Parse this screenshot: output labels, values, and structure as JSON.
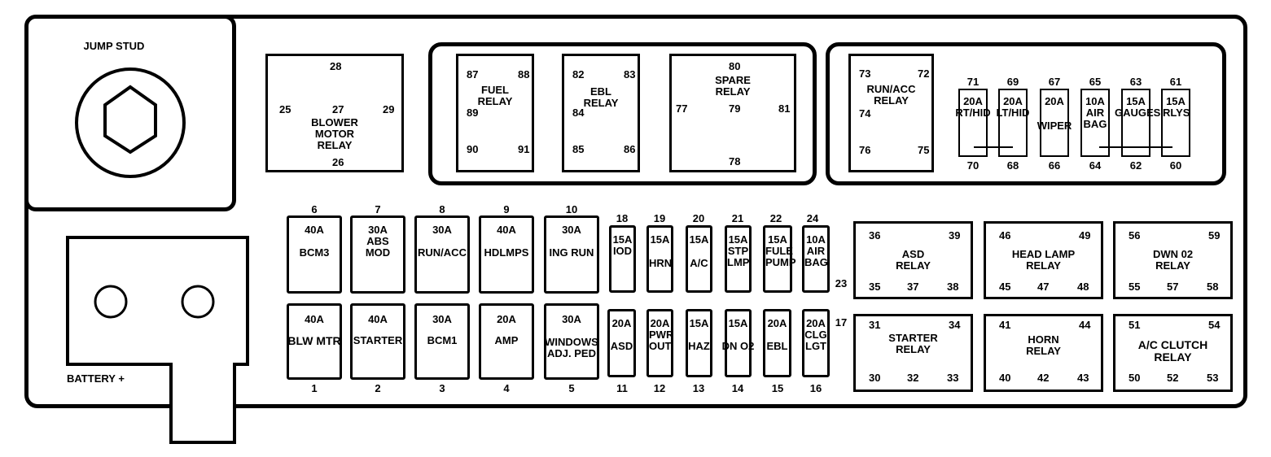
{
  "jump_stud": {
    "label": "JUMP STUD"
  },
  "battery": {
    "label": "BATTERY +"
  },
  "relays": {
    "blower": {
      "pins": [
        "28",
        "25",
        "27",
        "29",
        "26"
      ],
      "label": "BLOWER\nMOTOR\nRELAY"
    },
    "fuel": {
      "pins": [
        "87",
        "88",
        "89",
        "90",
        "91"
      ],
      "label": "FUEL\nRELAY"
    },
    "ebl": {
      "pins": [
        "82",
        "83",
        "84",
        "85",
        "86"
      ],
      "label": "EBL\nRELAY"
    },
    "spare": {
      "pins": [
        "80",
        "77",
        "79",
        "81",
        "78"
      ],
      "label": "SPARE\nRELAY"
    },
    "runacc": {
      "pins": [
        "73",
        "72",
        "74",
        "76",
        "75"
      ],
      "label": "RUN/ACC\nRELAY"
    },
    "asd": {
      "pins": [
        "36",
        "39",
        "35",
        "37",
        "38"
      ],
      "label": "ASD\nRELAY"
    },
    "headlamp": {
      "pins": [
        "46",
        "49",
        "45",
        "47",
        "48"
      ],
      "label": "HEAD LAMP\nRELAY"
    },
    "dwn02": {
      "pins": [
        "56",
        "59",
        "55",
        "57",
        "58"
      ],
      "label": "DWN 02\nRELAY"
    },
    "starter": {
      "pins": [
        "31",
        "34",
        "30",
        "32",
        "33"
      ],
      "label": "STARTER\nRELAY"
    },
    "horn": {
      "pins": [
        "41",
        "44",
        "40",
        "42",
        "43"
      ],
      "label": "HORN\nRELAY"
    },
    "acclutch": {
      "pins": [
        "51",
        "54",
        "50",
        "52",
        "53"
      ],
      "label": "A/C CLUTCH\nRELAY"
    }
  },
  "small_fuses_top": [
    {
      "top": "71",
      "bottom": "70",
      "amp": "20A",
      "label": "RT/HID"
    },
    {
      "top": "69",
      "bottom": "68",
      "amp": "20A",
      "label": "LT/HID"
    },
    {
      "top": "67",
      "bottom": "66",
      "amp": "20A",
      "label": "WIPER"
    },
    {
      "top": "65",
      "bottom": "64",
      "amp": "10A",
      "label": "AIR\nBAG"
    },
    {
      "top": "63",
      "bottom": "62",
      "amp": "15A",
      "label": "GAUGES"
    },
    {
      "top": "61",
      "bottom": "60",
      "amp": "15A",
      "label": "RLYS"
    }
  ],
  "maxi_fuses_top": [
    {
      "num": "6",
      "amp": "40A",
      "label": "BCM3"
    },
    {
      "num": "7",
      "amp": "30A",
      "label": "ABS\nMOD"
    },
    {
      "num": "8",
      "amp": "30A",
      "label": "RUN/ACC"
    },
    {
      "num": "9",
      "amp": "40A",
      "label": "HDLMPS"
    },
    {
      "num": "10",
      "amp": "30A",
      "label": "ING RUN"
    }
  ],
  "maxi_fuses_bottom": [
    {
      "num": "1",
      "amp": "40A",
      "label": "BLW MTR"
    },
    {
      "num": "2",
      "amp": "40A",
      "label": "STARTER"
    },
    {
      "num": "3",
      "amp": "30A",
      "label": "BCM1"
    },
    {
      "num": "4",
      "amp": "20A",
      "label": "AMP"
    },
    {
      "num": "5",
      "amp": "30A",
      "label": "WINDOWS\nADJ. PED"
    }
  ],
  "mini_fuses_top": [
    {
      "num": "18",
      "amp": "15A",
      "label": "IOD"
    },
    {
      "num": "19",
      "amp": "15A",
      "label": "HRN"
    },
    {
      "num": "20",
      "amp": "15A",
      "label": "A/C"
    },
    {
      "num": "21",
      "amp": "15A",
      "label": "STP\nLMP"
    },
    {
      "num": "22",
      "amp": "15A",
      "label": "FULE\nPUMP"
    },
    {
      "num": "24",
      "amp": "10A",
      "label": "AIR\nBAG"
    }
  ],
  "mini_fuses_bottom": [
    {
      "num": "11",
      "amp": "20A",
      "label": "ASD"
    },
    {
      "num": "12",
      "amp": "20A",
      "label": "PWR\nOUT"
    },
    {
      "num": "13",
      "amp": "15A",
      "label": "HAZ"
    },
    {
      "num": "14",
      "amp": "15A",
      "label": "DN   O2"
    },
    {
      "num": "15",
      "amp": "20A",
      "label": "EBL"
    },
    {
      "num": "16",
      "amp": "20A",
      "label": "CLG\nLGT"
    }
  ],
  "extra_numbers": {
    "n23": "23",
    "n17": "17"
  },
  "colors": {
    "line": "#000000",
    "background": "#ffffff"
  }
}
